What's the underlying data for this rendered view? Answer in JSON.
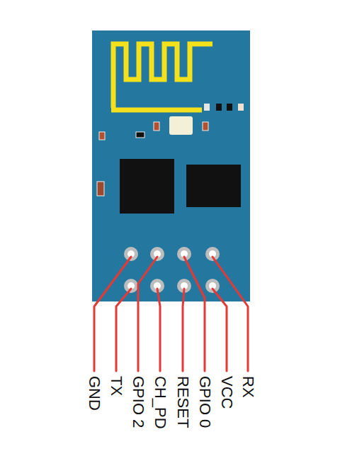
{
  "diagram": {
    "labels": [
      "GND",
      "TX",
      "GPIO 2",
      "CH_PD",
      "RESET",
      "GPIO 0",
      "VCC",
      "RX"
    ]
  }
}
